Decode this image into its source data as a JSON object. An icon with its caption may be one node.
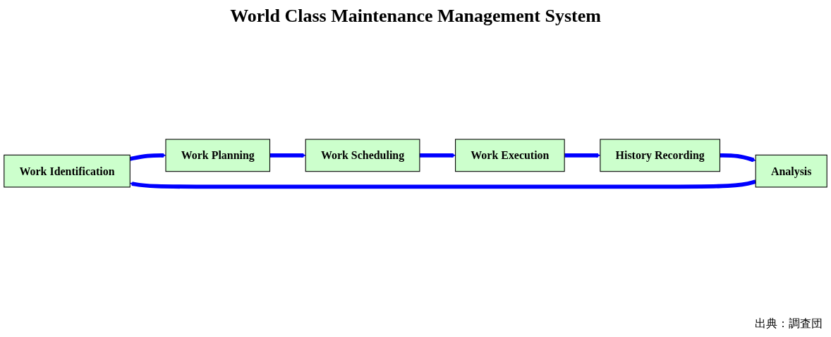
{
  "diagram": {
    "title": "World Class Maintenance Management System",
    "nodes": [
      {
        "text": [
          "Work Identification"
        ]
      },
      {
        "text": [
          "Work Planning"
        ]
      },
      {
        "text": [
          "Work Scheduling"
        ]
      },
      {
        "text": [
          "Work Execution"
        ]
      },
      {
        "text": [
          "History Recording"
        ]
      },
      {
        "text": [
          "Analysis"
        ]
      }
    ],
    "edges": [
      {
        "from": 0,
        "to": 1,
        "arrow": "to"
      },
      {
        "from": 1,
        "to": 2,
        "arrow": "to"
      },
      {
        "from": 2,
        "to": 3,
        "arrow": "to"
      },
      {
        "from": 3,
        "to": 4,
        "arrow": "to"
      },
      {
        "from": 4,
        "to": 5,
        "arrow": "to"
      },
      {
        "from": 5,
        "to": 0,
        "arrow": "to"
      }
    ],
    "labels": [
      "出典：調査団"
    ]
  }
}
